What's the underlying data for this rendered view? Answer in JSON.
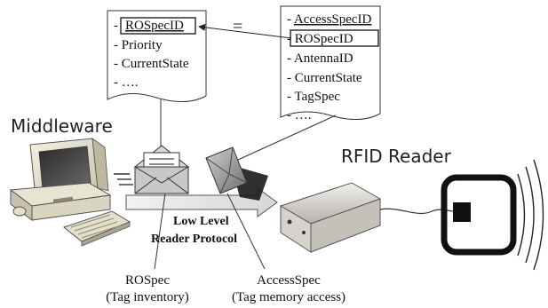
{
  "left_doc": {
    "items": [
      "ROSpecID",
      "Priority",
      "CurrentState",
      "…."
    ],
    "bullet": "-"
  },
  "right_doc": {
    "items": [
      "AccessSpecID",
      "ROSpecID",
      "AntennaID",
      "CurrentState",
      "TagSpec",
      "…."
    ],
    "bullet": "-"
  },
  "equals_sign": "=",
  "labels": {
    "middleware": "Middleware",
    "rfid_reader": "RFID Reader",
    "protocol_line1": "Low Level",
    "protocol_line2": "Reader Protocol",
    "rospec_line1": "ROSpec",
    "rospec_line2": "(Tag inventory)",
    "accessspec_line1": "AccessSpec",
    "accessspec_line2": "(Tag memory access)"
  }
}
